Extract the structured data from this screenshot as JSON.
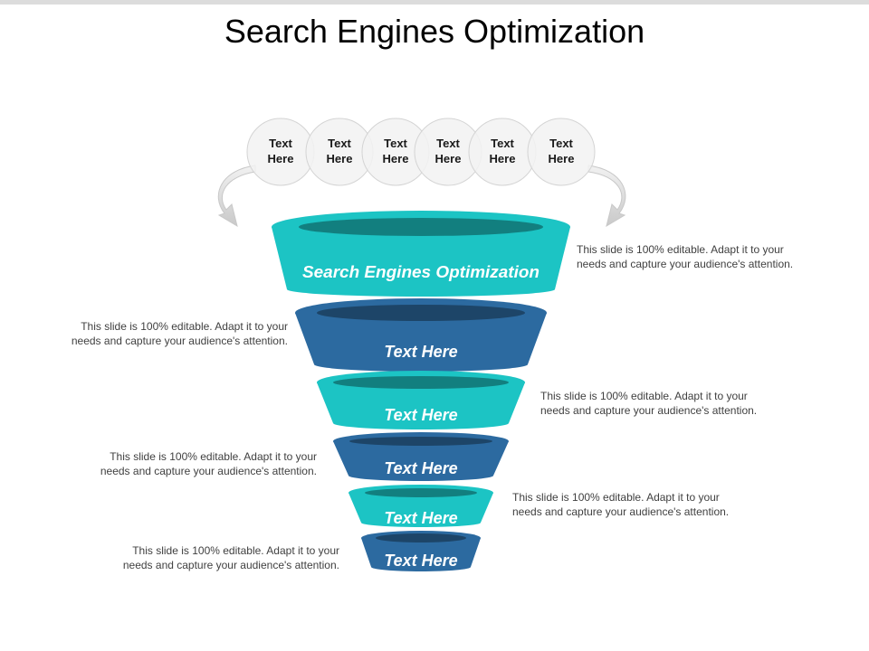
{
  "title": "Search Engines Optimization",
  "circles": [
    {
      "line1": "Text",
      "line2": "Here"
    },
    {
      "line1": "Text",
      "line2": "Here"
    },
    {
      "line1": "Text",
      "line2": "Here"
    },
    {
      "line1": "Text",
      "line2": "Here"
    },
    {
      "line1": "Text",
      "line2": "Here"
    },
    {
      "line1": "Text",
      "line2": "Here"
    }
  ],
  "funnel": [
    {
      "label": "Search Engines Optimization",
      "color": "#1cc4c4",
      "side": "right",
      "desc_line1": "This slide is 100% editable. Adapt it to your",
      "desc_line2": "needs and capture your audience's attention."
    },
    {
      "label": "Text Here",
      "color": "#2c6aa0",
      "side": "left",
      "desc_line1": "This slide is 100% editable. Adapt it to your",
      "desc_line2": "needs and capture your audience's attention."
    },
    {
      "label": "Text Here",
      "color": "#1cc4c4",
      "side": "right",
      "desc_line1": "This slide is 100% editable. Adapt it to your",
      "desc_line2": "needs and capture your audience's attention."
    },
    {
      "label": "Text Here",
      "color": "#2c6aa0",
      "side": "left",
      "desc_line1": "This slide is 100% editable. Adapt it to your",
      "desc_line2": "needs and capture your audience's attention."
    },
    {
      "label": "Text Here",
      "color": "#1cc4c4",
      "side": "right",
      "desc_line1": "This slide is 100% editable. Adapt it to your",
      "desc_line2": "needs and capture your audience's attention."
    },
    {
      "label": "Text Here",
      "color": "#2c6aa0",
      "side": "left",
      "desc_line1": "This slide is 100% editable. Adapt it to your",
      "desc_line2": "needs and capture your audience's attention."
    }
  ]
}
